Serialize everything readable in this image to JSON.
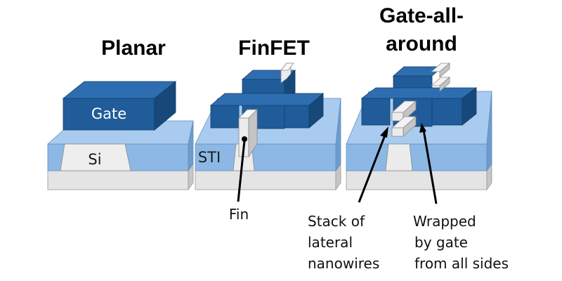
{
  "titles": {
    "planar": "Planar",
    "finfet": "FinFET",
    "gaa_line1": "Gate-all-",
    "gaa_line2": "around"
  },
  "labels": {
    "gate": "Gate",
    "si": "Si",
    "sti": "STI",
    "fin": "Fin"
  },
  "callouts": {
    "stack": [
      "Stack of",
      "lateral",
      "nanowires"
    ],
    "wrapped": [
      "Wrapped",
      "by gate",
      "from all sides"
    ]
  },
  "colors": {
    "gate_front": "#1f5c99",
    "gate_top": "#2e6eb0",
    "gate_side": "#17487a",
    "oxide_front": "#8db8e5",
    "oxide_top": "#a9cbef",
    "oxide_side": "#6d9ccd",
    "substrate_front": "#e4e4e4",
    "substrate_top": "#efefef",
    "substrate_side": "#c6c6c6",
    "fin_front": "#ececec",
    "fin_side": "#c4c4c4",
    "fin_top": "#f8f8f8"
  }
}
